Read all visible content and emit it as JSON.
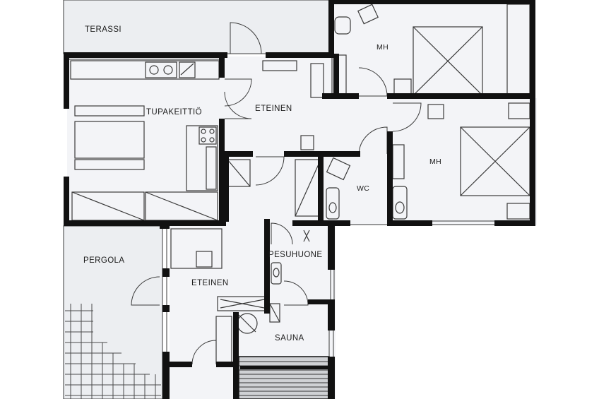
{
  "plan": {
    "colors": {
      "background": "#ffffff",
      "floor": "#f3f4f7",
      "outdoor": "#eceef1",
      "wall": "#111111",
      "line": "#3a3a3a",
      "fixture": "#555555"
    },
    "rooms": {
      "terassi": "TERASSI",
      "mh_top": "MH",
      "tupakeittio": "TUPAKEITTIÖ",
      "eteinen_main": "ETEINEN",
      "mh_right": "MH",
      "wc": "WC",
      "pergola": "PERGOLA",
      "pesuhuone": "PESUHUONE",
      "eteinen_lower": "ETEINEN",
      "sauna": "SAUNA"
    }
  }
}
